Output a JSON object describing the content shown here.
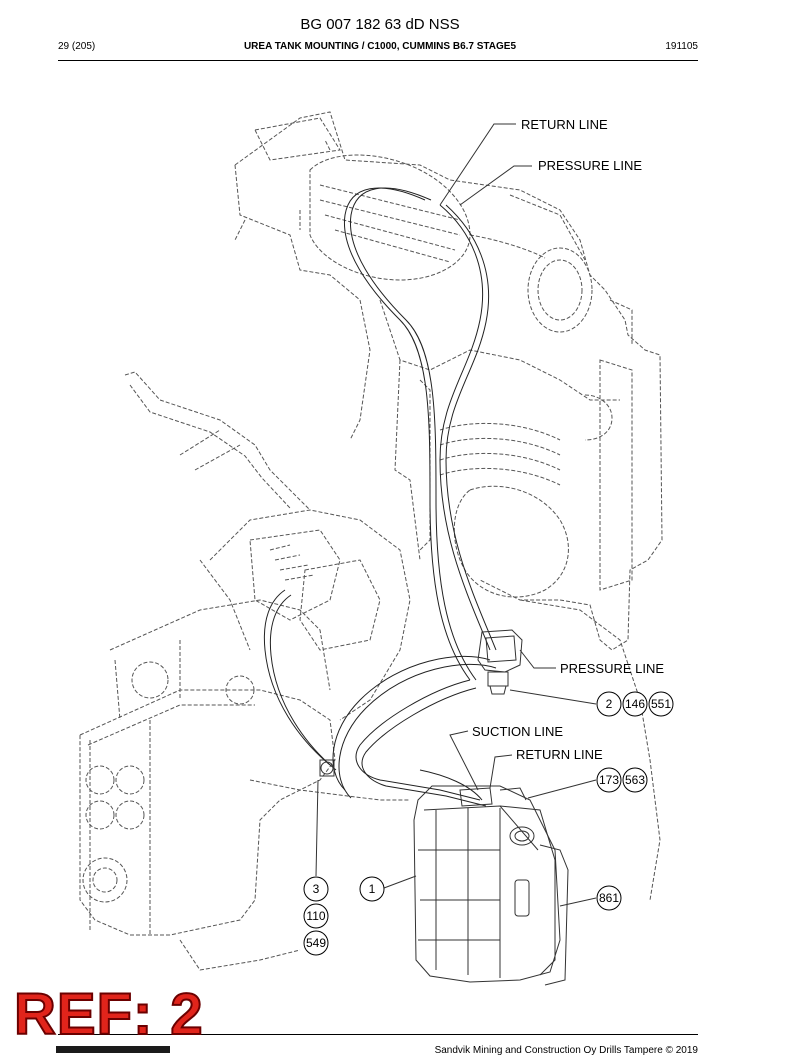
{
  "header": {
    "doc_code": "BG 007 182 63 dD NSS",
    "page": "29 (205)",
    "title": "UREA TANK MOUNTING / C1000, CUMMINS B6.7 STAGE5",
    "date": "191105"
  },
  "callouts": {
    "return_line_top": "RETURN LINE",
    "pressure_line_top": "PRESSURE LINE",
    "pressure_line_mid": "PRESSURE LINE",
    "suction_line": "SUCTION LINE",
    "return_line_mid": "RETURN LINE"
  },
  "part_numbers": {
    "p2": "2",
    "p146": "146",
    "p551": "551",
    "p173": "173",
    "p563": "563",
    "p3": "3",
    "p110": "110",
    "p549": "549",
    "p1": "1",
    "p861": "861"
  },
  "stamp": {
    "ref": "REF: 2"
  },
  "footer": {
    "copyright": "Sandvik Mining and Construction Oy Drills Tampere © 2019"
  }
}
